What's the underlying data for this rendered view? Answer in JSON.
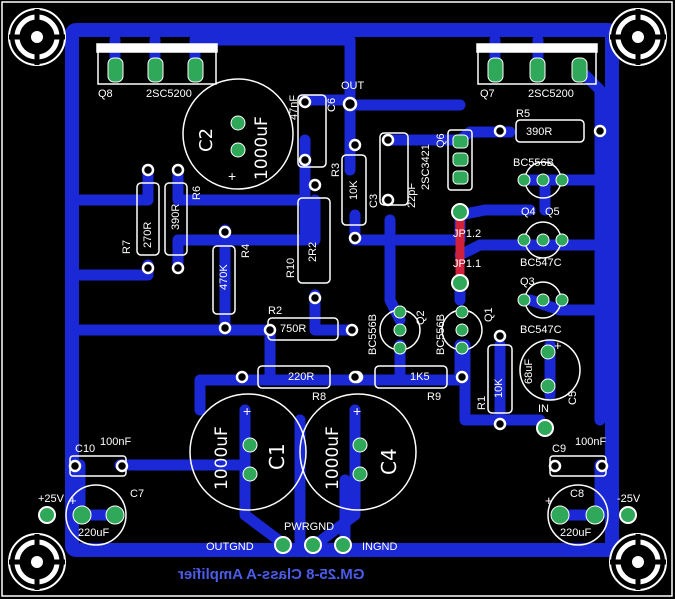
{
  "board": {
    "title": "GM.25-8 Class-A Amplifier",
    "colors": {
      "background": "#000000",
      "bottom_copper": "#1a28d6",
      "silk": "#ffffff",
      "pad": "#2fa85a",
      "jumper": "#d0203a"
    }
  },
  "labels": {
    "q8": "Q8",
    "q8_part": "2SC5200",
    "q7": "Q7",
    "q7_part": "2SC5200",
    "out": "OUT",
    "c6": "C6",
    "c6_val": "47nF",
    "c2": "C2",
    "c2_val": "1000uF",
    "r5": "R5",
    "r5_val": "390R",
    "q6": "Q6",
    "q6_part": "2SC3421",
    "bc556b_top": "BC556B",
    "q4": "Q4",
    "q5": "Q5",
    "r3": "R3",
    "r3_val": "10K",
    "c3": "C3",
    "c3_val": "22pF",
    "r7": "R7",
    "r7_val": "270R",
    "r6": "R6",
    "r6_val": "390R",
    "jp12": "JP1.2",
    "jp11": "JP1.1",
    "bc547c_mid": "BC547C",
    "q3": "Q3",
    "bc547c_low": "BC547C",
    "r4": "R4",
    "r4_val": "470K",
    "r10": "R10",
    "r10_val": "2R2",
    "r2": "R2",
    "r2_val": "750R",
    "bc556b_q2": "BC556B",
    "q2": "Q2",
    "bc556b_q1": "BC556B",
    "q1": "Q1",
    "r8": "R8",
    "r8_val": "220R",
    "r9": "R9",
    "r9_val": "1K5",
    "r1": "R1",
    "r1_val": "10K",
    "c5": "C5",
    "c5_val": "68uF",
    "in": "IN",
    "c1": "C1",
    "c1_val": "1000uF",
    "c4": "C4",
    "c4_val": "1000uF",
    "c10": "C10",
    "c10_val": "100nF",
    "c9": "C9",
    "c9_val": "100nF",
    "c7": "C7",
    "c7_val": "220uF",
    "c8": "C8",
    "c8_val": "220uF",
    "pos25": "+25V",
    "neg25": "-25V",
    "pwrgnd": "PWRGND",
    "outgnd": "OUTGND",
    "ingnd": "INGND",
    "plus": "+"
  }
}
